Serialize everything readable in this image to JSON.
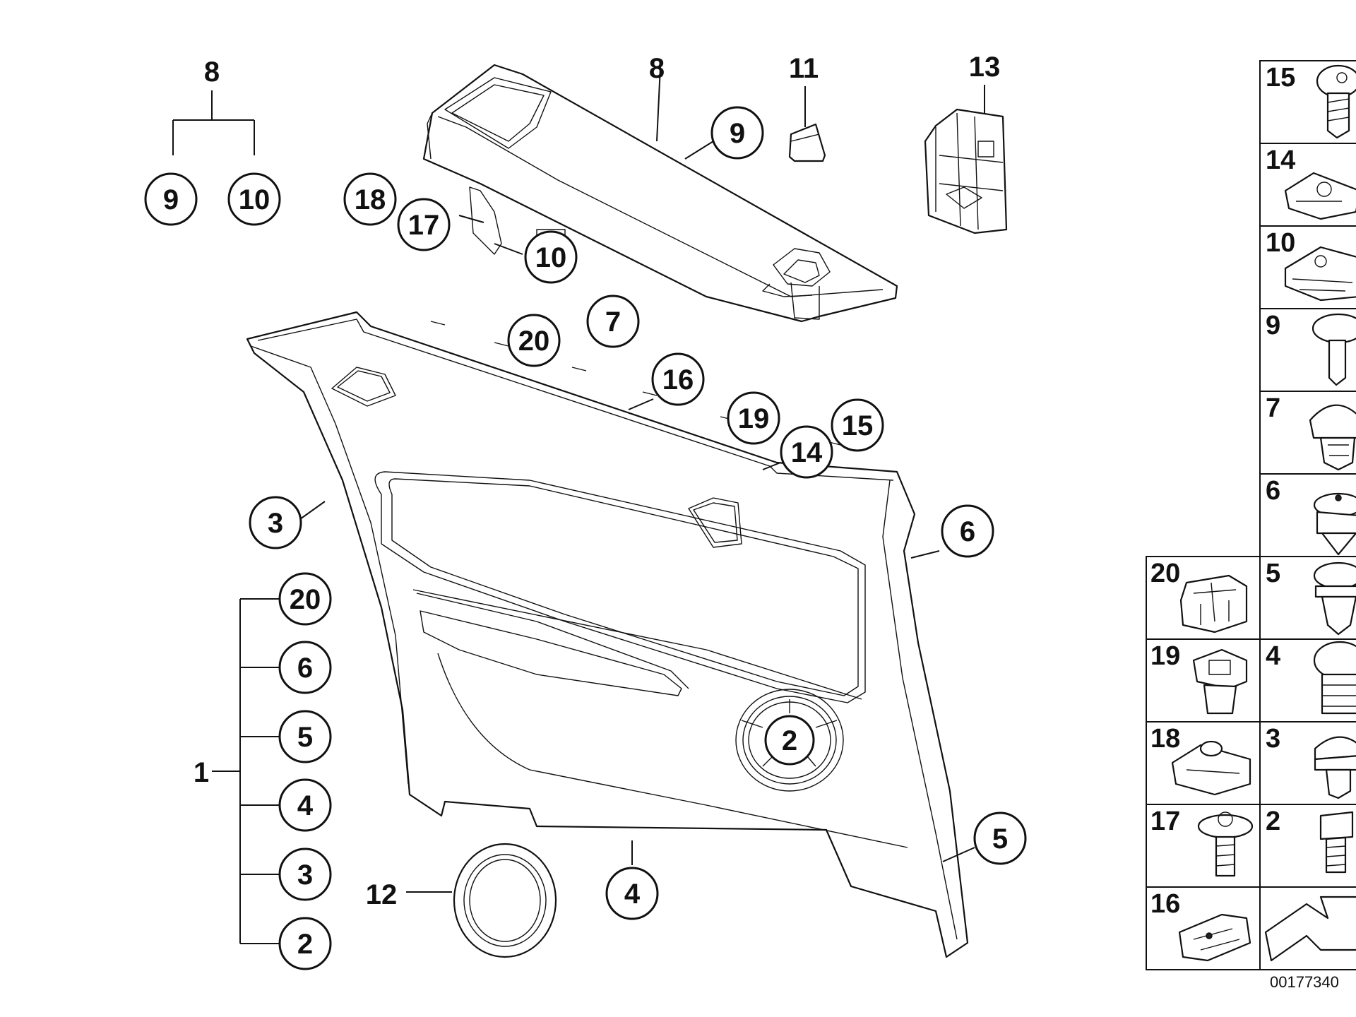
{
  "diagram": {
    "reference_number": "00177340",
    "tree_8": {
      "parent": "8",
      "children": [
        "9",
        "10"
      ]
    },
    "tree_1": {
      "parent": "1",
      "children": [
        "20",
        "6",
        "5",
        "4",
        "3",
        "2"
      ]
    },
    "callouts": [
      {
        "id": "c9-top",
        "label": "9"
      },
      {
        "id": "c10-top",
        "label": "10"
      },
      {
        "id": "c18",
        "label": "18"
      },
      {
        "id": "c17",
        "label": "17"
      },
      {
        "id": "c10-mid",
        "label": "10"
      },
      {
        "id": "c7",
        "label": "7"
      },
      {
        "id": "c20-mid",
        "label": "20"
      },
      {
        "id": "c16",
        "label": "16"
      },
      {
        "id": "c19",
        "label": "19"
      },
      {
        "id": "c15",
        "label": "15"
      },
      {
        "id": "c14",
        "label": "14"
      },
      {
        "id": "c3-mid",
        "label": "3"
      },
      {
        "id": "c6-mid",
        "label": "6"
      },
      {
        "id": "c2-mid",
        "label": "2"
      },
      {
        "id": "c5-mid",
        "label": "5"
      },
      {
        "id": "c4-mid",
        "label": "4"
      },
      {
        "id": "c20-tree",
        "label": "20"
      },
      {
        "id": "c6-tree",
        "label": "6"
      },
      {
        "id": "c5-tree",
        "label": "5"
      },
      {
        "id": "c4-tree",
        "label": "4"
      },
      {
        "id": "c3-tree",
        "label": "3"
      },
      {
        "id": "c2-tree",
        "label": "2"
      }
    ],
    "plain_labels": [
      {
        "id": "l8-tree",
        "label": "8"
      },
      {
        "id": "l8",
        "label": "8"
      },
      {
        "id": "l11",
        "label": "11"
      },
      {
        "id": "l13",
        "label": "13"
      },
      {
        "id": "l12",
        "label": "12"
      },
      {
        "id": "l1",
        "label": "1"
      }
    ],
    "fasteners_right_column": [
      "15",
      "14",
      "10",
      "9",
      "7",
      "6",
      "5",
      "4",
      "3",
      "2"
    ],
    "fasteners_left_column": [
      "20",
      "19",
      "18",
      "17",
      "16"
    ]
  }
}
